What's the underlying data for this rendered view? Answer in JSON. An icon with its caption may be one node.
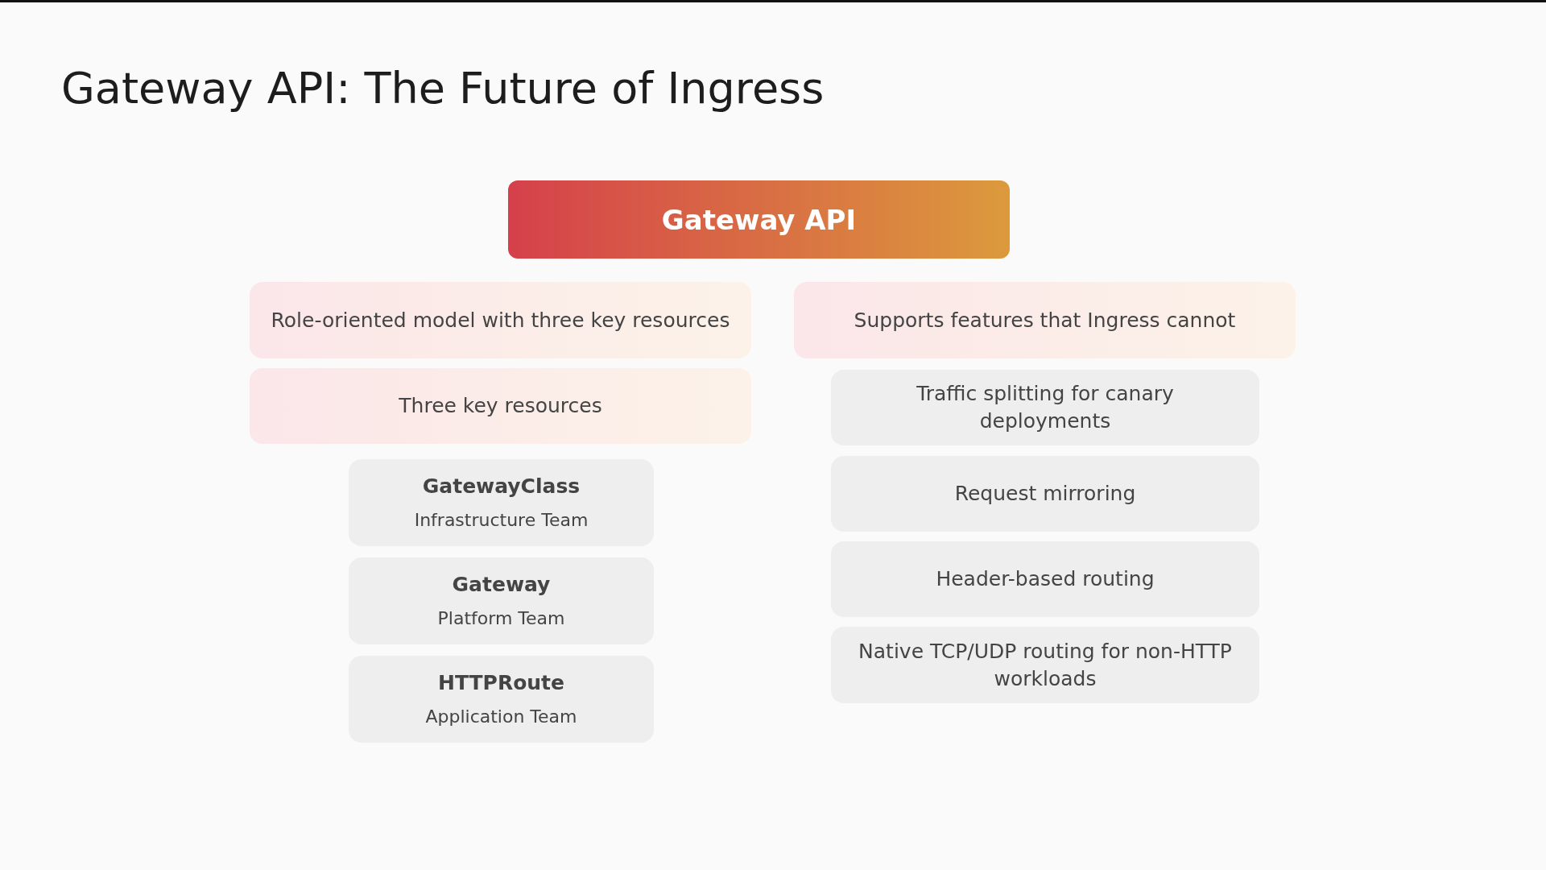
{
  "diagram": {
    "title": "Gateway API: The Future of Ingress",
    "nodes": [
      {
        "text": [
          "Gateway API"
        ]
      },
      {
        "text": [
          "Role-oriented model with three key resources"
        ]
      },
      {
        "text": [
          "Three key resources"
        ]
      },
      {
        "text": [
          "GatewayClass",
          "Infrastructure Team"
        ]
      },
      {
        "text": [
          "Gateway",
          "Platform Team"
        ]
      },
      {
        "text": [
          "HTTPRoute",
          "Application Team"
        ]
      },
      {
        "text": [
          "Supports features that Ingress cannot"
        ]
      },
      {
        "text": [
          "Traffic splitting for canary deployments"
        ]
      },
      {
        "text": [
          "Request mirroring"
        ]
      },
      {
        "text": [
          "Header-based routing"
        ]
      },
      {
        "text": [
          "Native TCP/UDP routing for non-HTTP workloads"
        ]
      }
    ]
  }
}
